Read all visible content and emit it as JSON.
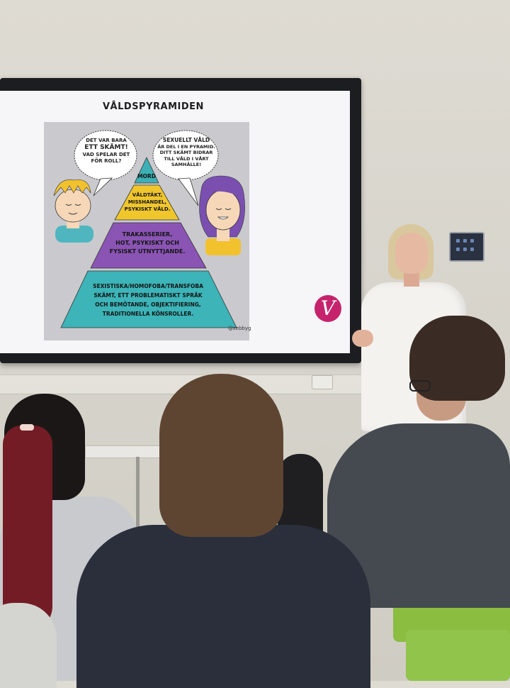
{
  "slide": {
    "title": "VÅLDSPYRAMIDEN",
    "bubble_left": [
      "DET VAR BARA",
      "ETT SKÄMT!",
      "VAD SPELAR DET",
      "FÖR ROLL?"
    ],
    "bubble_right": [
      "SEXUELLT VÅLD",
      "ÄR DEL I EN PYRAMID.",
      "DITT SKÄMT BIDRAR",
      "TILL VÅLD I VÅRT",
      "SAMHÄLLE!"
    ],
    "tiers": [
      {
        "lines": [
          "MORD"
        ],
        "color": "#3cb0b5"
      },
      {
        "lines": [
          "VÅLDTÄKT,",
          "MISSHANDEL,",
          "PSYKISKT VÅLD."
        ],
        "color": "#f0c62d"
      },
      {
        "lines": [
          "TRAKASSERIER,",
          "HOT, PSYKISKT OCH",
          "FYSISKT UTNYTTJANDE."
        ],
        "color": "#8a54b4"
      },
      {
        "lines": [
          "SEXISTISKA/HOMOFOBA/TRANSFOBA",
          "SKÄMT, ETT PROBLEMATISKT SPRÅK",
          "OCH BEMÖTANDE, OBJEKTIFIERING,",
          "TRADITIONELLA KÖNSROLLER."
        ],
        "color": "#3cb4b8"
      }
    ],
    "signature": "@zebbyg",
    "logo_letter": "V"
  },
  "colors": {
    "logo": "#c6236d",
    "illustration_bg": "#cacace",
    "screen_bezel": "#1c1d21"
  }
}
